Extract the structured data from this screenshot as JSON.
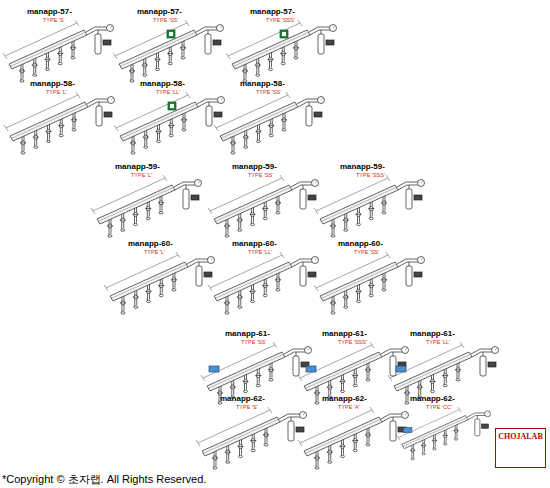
{
  "diagram": {
    "caption": "*Copyright © 초자랩.    All Rights Reserved.",
    "nodes": [
      {
        "text": [
          "CHOJALAB"
        ]
      }
    ],
    "labels": [
      "manapp-57-",
      "TYPE 'S'",
      "manapp-57-",
      "TYPE 'SS'",
      "manapp-57-",
      "TYPE 'SSS'",
      "manapp-58-",
      "TYPE 'L'",
      "manapp-58-",
      "TYPE 'LL'",
      "manapp-58-",
      "TYPE 'SS'",
      "manapp-59-",
      "TYPE 'L'",
      "manapp-59-",
      "TYPE 'SS'",
      "manapp-59-",
      "TYPE 'SSS'",
      "manapp-60-",
      "TYPE 'L'",
      "manapp-60-",
      "TYPE 'LL'",
      "manapp-60-",
      "TYPE 'SS'",
      "manapp-61-",
      "TYPE 'SS'",
      "manapp-61-",
      "TYPE 'SSS'",
      "manapp-61-",
      "TYPE 'LL'",
      "manapp-62-",
      "TYPE 'S'",
      "manapp-62-",
      "TYPE 'A'",
      "manapp-62-",
      "TYPE 'CC'"
    ]
  }
}
